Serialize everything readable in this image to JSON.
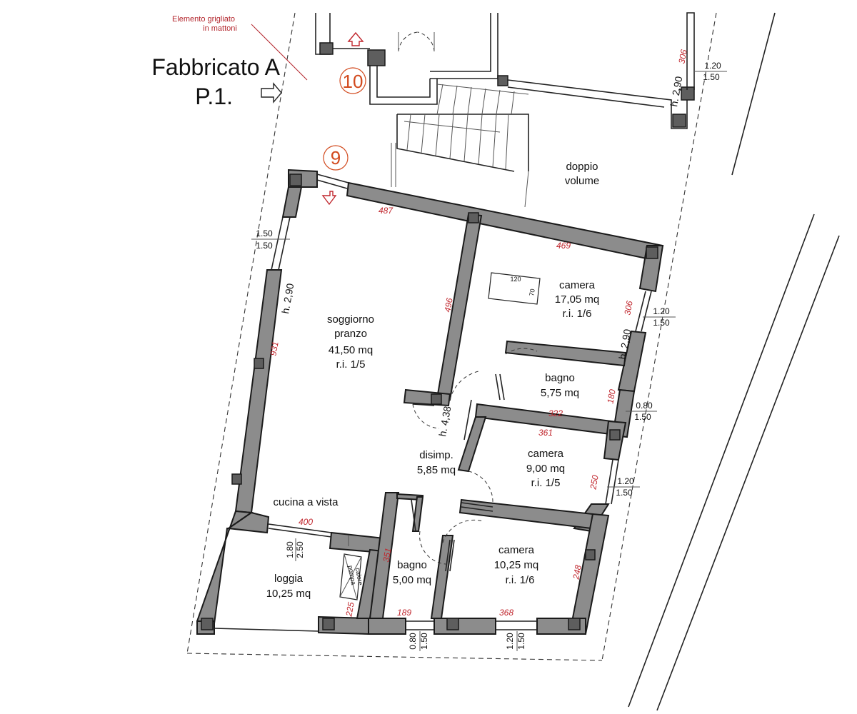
{
  "header": {
    "building": "Fabbricato A",
    "floor": "P.1.",
    "note_line1": "Elemento grigliato",
    "note_line2": "in mattoni"
  },
  "units": [
    "10",
    "9"
  ],
  "areas": {
    "double_volume": {
      "line1": "doppio",
      "line2": "volume"
    },
    "living": {
      "line1": "soggiorno",
      "line2": "pranzo",
      "area": "41,50 mq",
      "ri": "r.i.   1/5"
    },
    "kitchen": {
      "name": "cucina a vista"
    },
    "bedroom_main": {
      "name": "camera",
      "area": "17,05 mq",
      "ri": "r.i.   1/6"
    },
    "bath_upper": {
      "name": "bagno",
      "area": "5,75 mq"
    },
    "bedroom_mid": {
      "name": "camera",
      "area": "9,00 mq",
      "ri": "r.i.   1/5"
    },
    "hall": {
      "name": "disimp.",
      "area": "5,85 mq"
    },
    "bath_lower": {
      "name": "bagno",
      "area": "5,00 mq"
    },
    "bedroom_low": {
      "name": "camera",
      "area": "10,25 mq",
      "ri": "r.i.   1/6"
    },
    "loggia": {
      "name": "loggia",
      "area": "10,25 mq"
    }
  },
  "heights": {
    "top_right": "h. 2,90",
    "living": "h. 2,90",
    "bedroom": "h. 2,90",
    "hall": "h. 4,38"
  },
  "dimensions": {
    "top_wall": "487",
    "right_top_wall": "469",
    "living_height": "931",
    "partition": "496",
    "bath_width": "322",
    "bedroom_mid_width": "361",
    "kitchen_opening": "400",
    "bath_lower_height": "351",
    "loggia_side": "225",
    "bottom_bath": "189",
    "bottom_bedroom": "368",
    "bedroom_low_side": "248",
    "bedroom_mid_side": "250",
    "bath_side": "180",
    "bedroom_main_side": "306",
    "top_right_side": "306"
  },
  "windows": {
    "left_upper": {
      "w": "1.50",
      "h": "1.50"
    },
    "bedroom_main": {
      "w": "1.20",
      "h": "1.50"
    },
    "bath_upper": {
      "w": "0.80",
      "h": "1.50"
    },
    "bedroom_mid": {
      "w": "1.20",
      "h": "1.50"
    },
    "top_right": {
      "w": "1.20",
      "h": "1.50"
    },
    "loggia": {
      "w": "1.80",
      "h": "2.50"
    },
    "bath_bottom": {
      "w": "0.80",
      "h": "1.50"
    },
    "bedroom_bottom": {
      "w": "1.20",
      "h": "1.50"
    }
  },
  "furniture": {
    "desk_w": "120",
    "desk_d": "70",
    "heat_pump_line1": "pompa",
    "heat_pump_line2": "calore"
  }
}
